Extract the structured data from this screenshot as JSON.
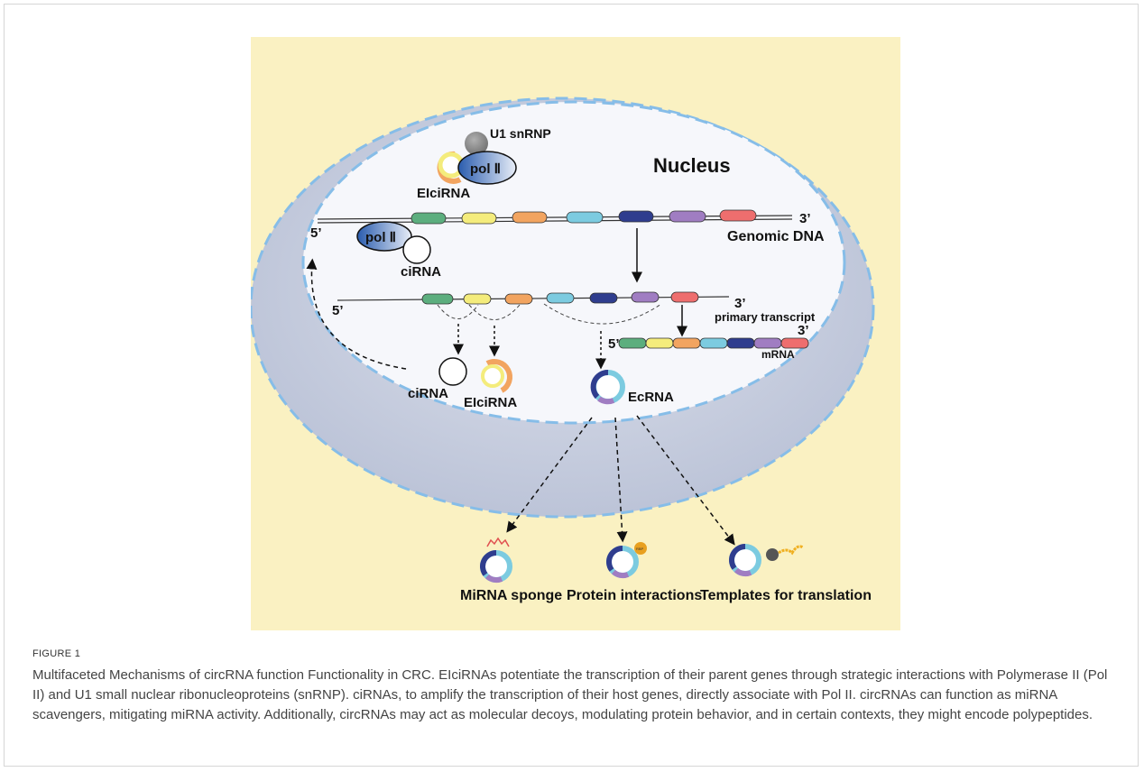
{
  "figure": {
    "labels": {
      "u1": "U1 snRNP",
      "pol_top": "pol Ⅱ",
      "elcirna_top": "EIciRNA",
      "nucleus": "Nucleus",
      "five_prime_dna": "5’",
      "three_prime_dna": "3’",
      "genomic_dna": "Genomic DNA",
      "pol_left": "pol Ⅱ",
      "cirna_top": "ciRNA",
      "five_prime_transcript": "5’",
      "three_prime_transcript": "3’",
      "primary_transcript": "primary transcript",
      "five_prime_mrna": "5’",
      "three_prime_mrna": "3’",
      "mrna": "mRNA",
      "cirna_bottom": "ciRNA",
      "elcirna_bottom": "EIciRNA",
      "ecrna": "EcRNA",
      "rbp": "RBP",
      "mirna_sponge": "MiRNA sponge",
      "protein_interactions": "Protein interactions",
      "templates_translation": "Templates for translation"
    },
    "colors": {
      "background": "#faf1c2",
      "cell": "#c9cfe0",
      "nucleus": "#f6f7fb",
      "dash_border": "#86bde8",
      "exon_green": "#5cae7e",
      "exon_yellow": "#f4ec7c",
      "exon_orange": "#f2a460",
      "exon_cyan": "#7ccbe0",
      "exon_navy": "#2f3d8e",
      "exon_purple": "#a07dc2",
      "exon_red": "#ee6e6e",
      "pol": "#3a6fc0",
      "u1": "#8a8a8a"
    }
  },
  "caption": {
    "label": "FIGURE 1",
    "text": "Multifaceted Mechanisms of circRNA function Functionality in CRC. EIciRNAs potentiate the transcription of their parent genes through strategic interactions with Polymerase II (Pol II) and U1 small nuclear ribonucleoproteins (snRNP). ciRNAs, to amplify the transcription of their host genes, directly associate with Pol II. circRNAs can function as miRNA scavengers, mitigating miRNA activity. Additionally, circRNAs may act as molecular decoys, modulating protein behavior, and in certain contexts, they might encode polypeptides."
  }
}
